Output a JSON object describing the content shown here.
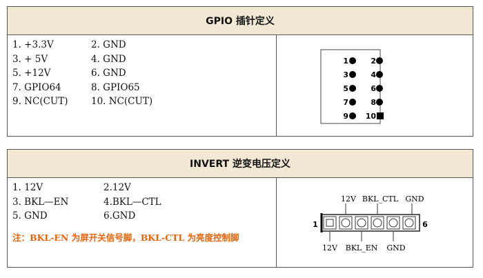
{
  "gpio": {
    "title": "GPIO 插针定义",
    "rows": [
      [
        "1. +3.3V",
        "2. GND"
      ],
      [
        "3. + 5V",
        "4. GND"
      ],
      [
        "5. +12V",
        "6. GND"
      ],
      [
        "7. GPIO64",
        "8. GPIO65"
      ],
      [
        "9. NC(CUT)",
        "10. NC(CUT)"
      ]
    ],
    "pin_labels_left": [
      "1",
      "3",
      "5",
      "7",
      "9"
    ],
    "pin_labels_right": [
      "2",
      "4",
      "6",
      "8",
      "10"
    ]
  },
  "invert": {
    "title": "INVERT 逆变电压定义",
    "rows": [
      [
        "1.   12V",
        "2.12V"
      ],
      [
        "3.   BKL—EN",
        "4.BKL—CTL"
      ],
      [
        "5.   GND",
        "6.GND"
      ]
    ],
    "note": "注：BKL-EN 为屏开关信号脚，BKL-CTL 为亮度控制脚",
    "diagram": {
      "top_labels": [
        "12V",
        "BKL_CTL",
        "GND"
      ],
      "bottom_labels": [
        "12V",
        "BKL_EN",
        "GND"
      ],
      "left_pin": "1",
      "right_pin": "6"
    }
  },
  "colors": {
    "header_bg": "#f2e8d3",
    "note": "#e8620a",
    "border": "#555555"
  }
}
